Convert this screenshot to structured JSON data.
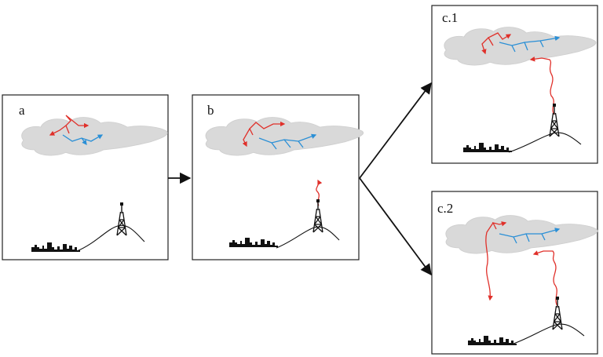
{
  "panels": [
    {
      "id": "a",
      "label": "a"
    },
    {
      "id": "b",
      "label": "b"
    },
    {
      "id": "c1",
      "label": "c.1"
    },
    {
      "id": "c2",
      "label": "c.2"
    }
  ],
  "colors": {
    "cloud": "#d9d9d9",
    "cloud_edge": "#c8c8c8",
    "positive_leader": "#e0302a",
    "negative_leader": "#2a8fd6",
    "frame": "#222222",
    "ground": "#111111"
  },
  "icons": [
    "cloud-icon",
    "tower-icon",
    "city-skyline-icon",
    "hill-icon",
    "arrow-icon"
  ]
}
